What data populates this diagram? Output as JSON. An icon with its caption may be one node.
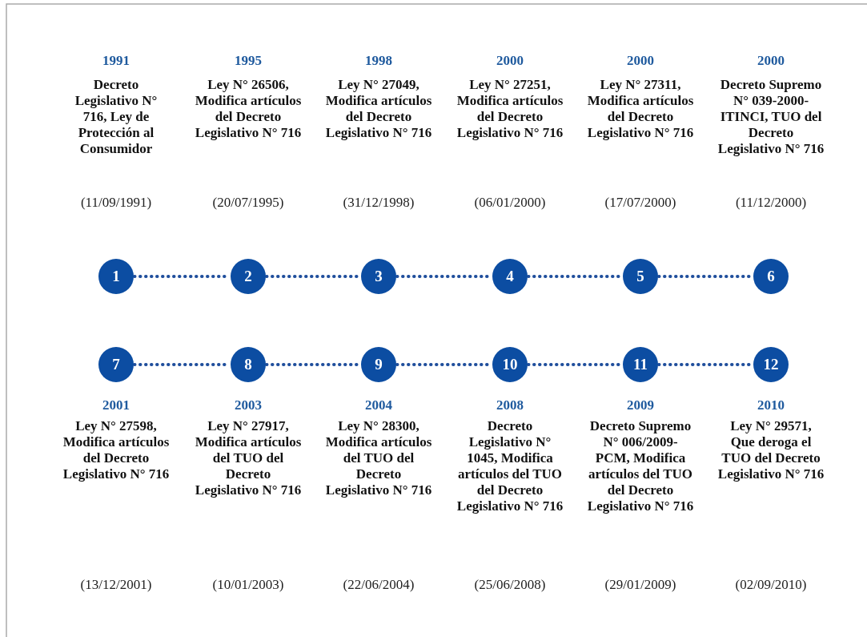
{
  "diagram": {
    "nodes": [
      {
        "text": [
          "1"
        ],
        "beside": [
          "1991",
          "Decreto Legislativo N° 716, Ley de Protección al Consumidor",
          "(11/09/1991)"
        ]
      },
      {
        "text": [
          "2"
        ],
        "beside": [
          "1995",
          "Ley N° 26506, Modifica artículos del Decreto Legislativo N° 716",
          "(20/07/1995)"
        ]
      },
      {
        "text": [
          "3"
        ],
        "beside": [
          "1998",
          "Ley N° 27049, Modifica artículos del Decreto Legislativo N° 716",
          "(31/12/1998)"
        ]
      },
      {
        "text": [
          "4"
        ],
        "beside": [
          "2000",
          "Ley N° 27251, Modifica artículos del Decreto Legislativo N° 716",
          "(06/01/2000)"
        ]
      },
      {
        "text": [
          "5"
        ],
        "beside": [
          "2000",
          "Ley N° 27311, Modifica artículos del Decreto Legislativo N° 716",
          "(17/07/2000)"
        ]
      },
      {
        "text": [
          "6"
        ],
        "beside": [
          "2000",
          "Decreto Supremo N°  039-2000-ITINCI, TUO del Decreto Legislativo N° 716",
          "(11/12/2000)"
        ]
      },
      {
        "text": [
          "7"
        ],
        "beside": [
          "2001",
          "Ley N° 27598, Modifica artículos del Decreto Legislativo N° 716"
        ]
      },
      {
        "text": [
          "8"
        ],
        "beside": [
          "2003",
          "Ley N° 27917, Modifica artículos del TUO del Decreto Legislativo N° 716"
        ]
      },
      {
        "text": [
          "9"
        ],
        "beside": [
          "2004",
          "Ley N° 28300, Modifica artículos del TUO del Decreto Legislativo N° 716"
        ]
      },
      {
        "text": [
          "10"
        ],
        "beside": [
          "2008",
          "Decreto Legislativo N° 1045, Modifica artículos del TUO del Decreto Legislativo N° 716"
        ]
      },
      {
        "text": [
          "11"
        ],
        "beside": [
          "2009",
          "Decreto Supremo N° 006/2009-PCM, Modifica artículos del TUO del Decreto Legislativo N° 716"
        ]
      },
      {
        "text": [
          "12"
        ],
        "beside": [
          "2010",
          "Ley N° 29571, Que deroga el TUO del Decreto Legislativo N° 716"
        ]
      }
    ],
    "edges": [
      {
        "from": 0,
        "to": 1,
        "arrow": "none",
        "style": "dashed"
      },
      {
        "from": 1,
        "to": 2,
        "arrow": "none",
        "style": "dashed"
      },
      {
        "from": 2,
        "to": 3,
        "arrow": "none",
        "style": "dashed"
      },
      {
        "from": 3,
        "to": 4,
        "arrow": "none",
        "style": "dashed"
      },
      {
        "from": 4,
        "to": 5,
        "arrow": "none",
        "style": "dashed"
      },
      {
        "from": 6,
        "to": 7,
        "arrow": "none",
        "style": "dashed"
      },
      {
        "from": 7,
        "to": 8,
        "arrow": "none",
        "style": "dashed"
      },
      {
        "from": 8,
        "to": 9,
        "arrow": "none",
        "style": "dashed"
      },
      {
        "from": 9,
        "to": 10,
        "arrow": "none",
        "style": "dashed"
      },
      {
        "from": 10,
        "to": 11,
        "arrow": "none",
        "style": "dashed"
      }
    ],
    "labels": [
      "(13/12/2001)",
      "(10/01/2003)",
      "(22/06/2004)",
      "(25/06/2008)",
      "(29/01/2009)",
      "(02/09/2010)"
    ]
  }
}
